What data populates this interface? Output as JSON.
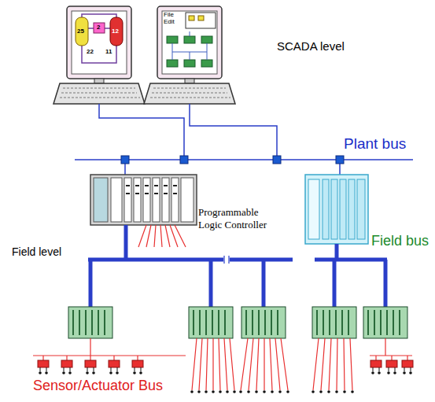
{
  "diagram": {
    "nodes": [
      {
        "text": [
          "Programmable Logic Controller"
        ]
      }
    ],
    "labels": [
      "SCADA level",
      "Plant bus",
      "Field bus",
      "Field level",
      "Sensor/Actuator Bus",
      "25",
      "12",
      "2",
      "22",
      "11",
      "File",
      "Edit"
    ]
  }
}
